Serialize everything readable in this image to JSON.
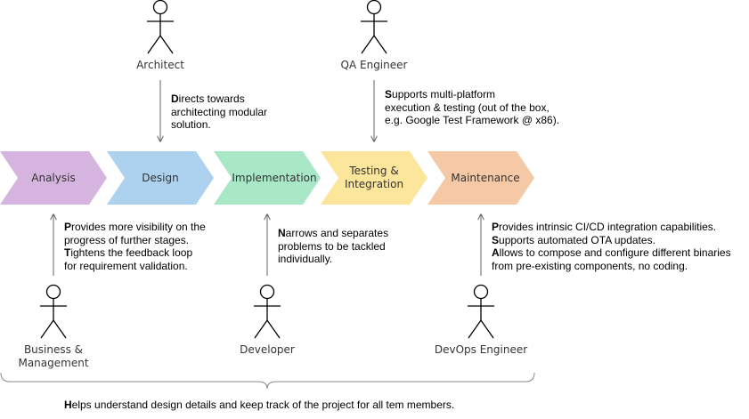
{
  "stages": [
    {
      "label": "Analysis",
      "color": "#d5b4e0"
    },
    {
      "label": "Design",
      "color": "#acd2f0"
    },
    {
      "label": "Implementation",
      "color": "#a8e8c6"
    },
    {
      "label": "Testing &\nIntegration",
      "color": "#fbe69b"
    },
    {
      "label": "Maintenance",
      "color": "#f5c9a5"
    }
  ],
  "actors": {
    "architect": "Architect",
    "qa_engineer": "QA Engineer",
    "business": "Business &\nManagement",
    "developer": "Developer",
    "devops": "DevOps Engineer"
  },
  "notes": {
    "architect": [
      {
        "first": "D",
        "rest": "irects towards"
      },
      {
        "first": "",
        "rest": "architecting modular"
      },
      {
        "first": "",
        "rest": "solution."
      }
    ],
    "qa_engineer": [
      {
        "first": "S",
        "rest": "upports multi-platform"
      },
      {
        "first": "",
        "rest": "execution & testing (out of the box,"
      },
      {
        "first": "",
        "rest": "e.g. Google Test Framework @ x86)."
      }
    ],
    "business": [
      {
        "first": "P",
        "rest": "rovides more visibility on the"
      },
      {
        "first": "",
        "rest": "progress of further stages."
      },
      {
        "first": "T",
        "rest": "ightens the feedback loop"
      },
      {
        "first": "",
        "rest": "for requirement validation."
      }
    ],
    "developer": [
      {
        "first": "N",
        "rest": "arrows and separates"
      },
      {
        "first": "",
        "rest": "problems to be tackled"
      },
      {
        "first": "",
        "rest": "individually."
      }
    ],
    "devops": [
      {
        "first": "P",
        "rest": "rovides intrinsic CI/CD integration capabilities."
      },
      {
        "first": "S",
        "rest": "upports automated OTA updates."
      },
      {
        "first": "A",
        "rest": "llows to compose and configure different binaries"
      },
      {
        "first": "",
        "rest": "from pre-existing components, no coding."
      }
    ],
    "footer": [
      {
        "first": "H",
        "rest": "elps understand design details and keep track of the project for all tem members."
      }
    ]
  },
  "colors": {
    "stroke": "#000000",
    "arrow": "#666666",
    "bracket": "#888888",
    "text": "#333333"
  }
}
